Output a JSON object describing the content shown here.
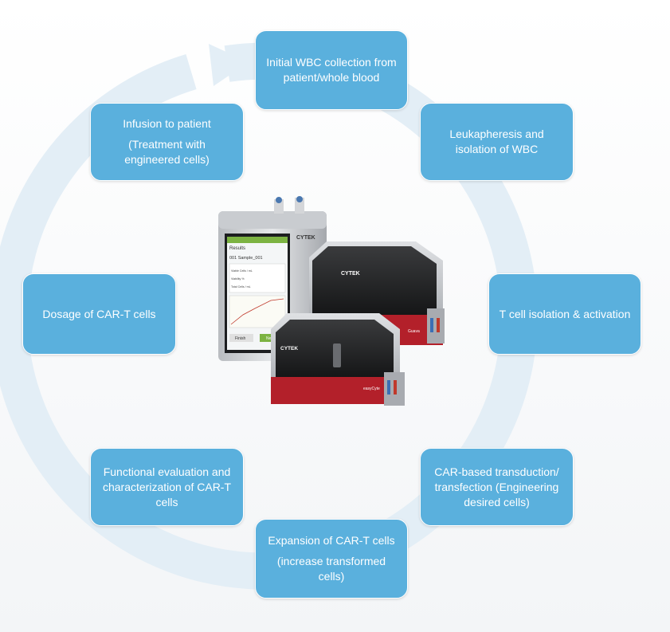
{
  "steps": [
    {
      "id": "s1",
      "lines": [
        "Initial WBC collection from",
        "patient/whole blood"
      ]
    },
    {
      "id": "s2",
      "lines": [
        "Leukapheresis and",
        "isolation of WBC"
      ]
    },
    {
      "id": "s3",
      "lines": [
        "T cell isolation & activation"
      ]
    },
    {
      "id": "s4",
      "lines": [
        "CAR-based transduction/",
        "transfection (Engineering",
        "desired cells)"
      ]
    },
    {
      "id": "s5",
      "lines": [
        "Expansion of CAR-T cells"
      ],
      "sub": [
        "(increase transformed",
        "cells)"
      ]
    },
    {
      "id": "s6",
      "lines": [
        "Functional evaluation and",
        "characterization of CAR-T",
        "cells"
      ]
    },
    {
      "id": "s7",
      "lines": [
        "Dosage of CAR-T cells"
      ]
    },
    {
      "id": "s8",
      "lines": [
        "Infusion to patient"
      ],
      "sub": [
        "(Treatment with",
        "engineered cells)"
      ]
    }
  ],
  "instruments": {
    "brand": "CYTEK",
    "model_top": "Guava",
    "model_bottom": "easyCyte",
    "screen_tab": "Results",
    "screen_sample": "001 Sample_001",
    "screen_rows": [
      "Viable Cells / mL",
      "Viability %",
      "Total Cells / mL"
    ],
    "screen_button_left": "Finish",
    "screen_button_right": "Next"
  },
  "colors": {
    "box_fill": "#5ab0dd",
    "ring": "#e3eef6",
    "accent_red": "#b3202a"
  }
}
